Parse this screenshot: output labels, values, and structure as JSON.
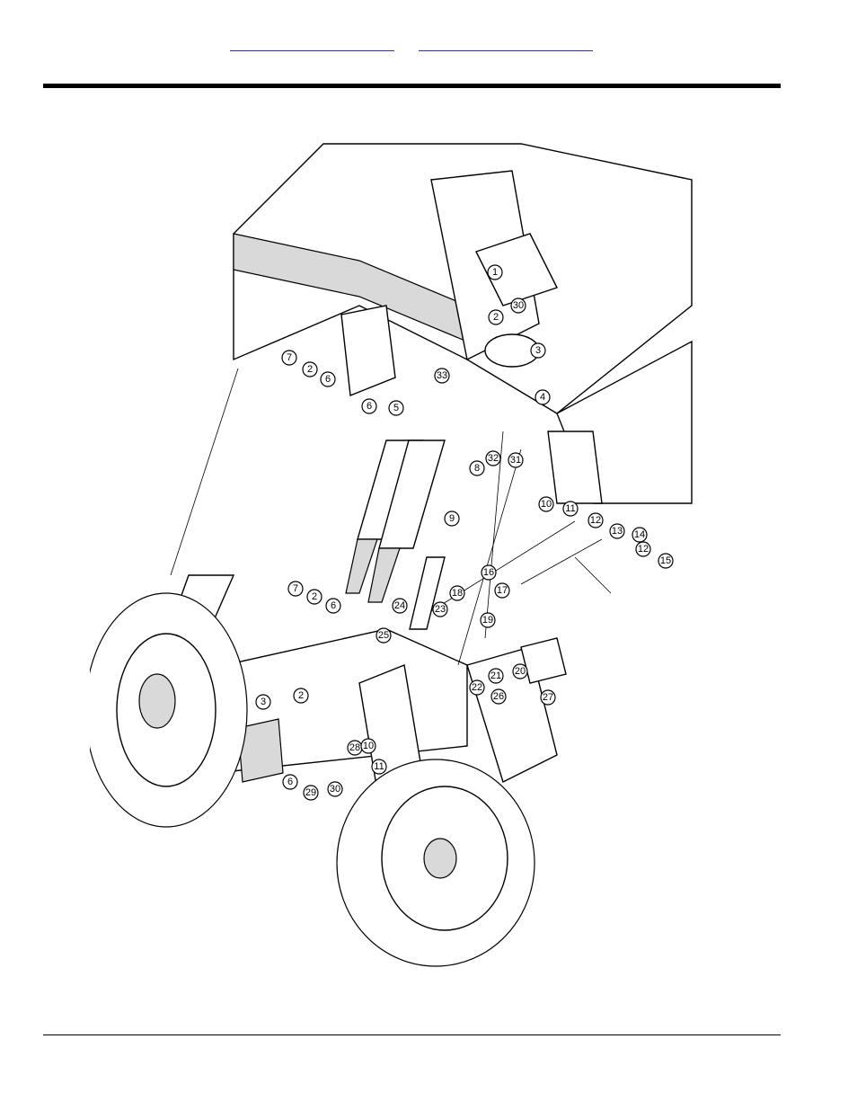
{
  "header": {
    "links": [
      "",
      ""
    ]
  },
  "diagram": {
    "callouts": [
      {
        "n": "1"
      },
      {
        "n": "30"
      },
      {
        "n": "2"
      },
      {
        "n": "3"
      },
      {
        "n": "7"
      },
      {
        "n": "2"
      },
      {
        "n": "6"
      },
      {
        "n": "33"
      },
      {
        "n": "6"
      },
      {
        "n": "5"
      },
      {
        "n": "4"
      },
      {
        "n": "32"
      },
      {
        "n": "31"
      },
      {
        "n": "8"
      },
      {
        "n": "9"
      },
      {
        "n": "10"
      },
      {
        "n": "11"
      },
      {
        "n": "12"
      },
      {
        "n": "13"
      },
      {
        "n": "14"
      },
      {
        "n": "12"
      },
      {
        "n": "15"
      },
      {
        "n": "16"
      },
      {
        "n": "17"
      },
      {
        "n": "18"
      },
      {
        "n": "19"
      },
      {
        "n": "7"
      },
      {
        "n": "2"
      },
      {
        "n": "6"
      },
      {
        "n": "24"
      },
      {
        "n": "23"
      },
      {
        "n": "25"
      },
      {
        "n": "20"
      },
      {
        "n": "21"
      },
      {
        "n": "22"
      },
      {
        "n": "3"
      },
      {
        "n": "2"
      },
      {
        "n": "26"
      },
      {
        "n": "27"
      },
      {
        "n": "28"
      },
      {
        "n": "10"
      },
      {
        "n": "11"
      },
      {
        "n": "6"
      },
      {
        "n": "29"
      },
      {
        "n": "30"
      }
    ]
  },
  "colors": {
    "link": "#2a2ad6",
    "rule": "#000000"
  }
}
